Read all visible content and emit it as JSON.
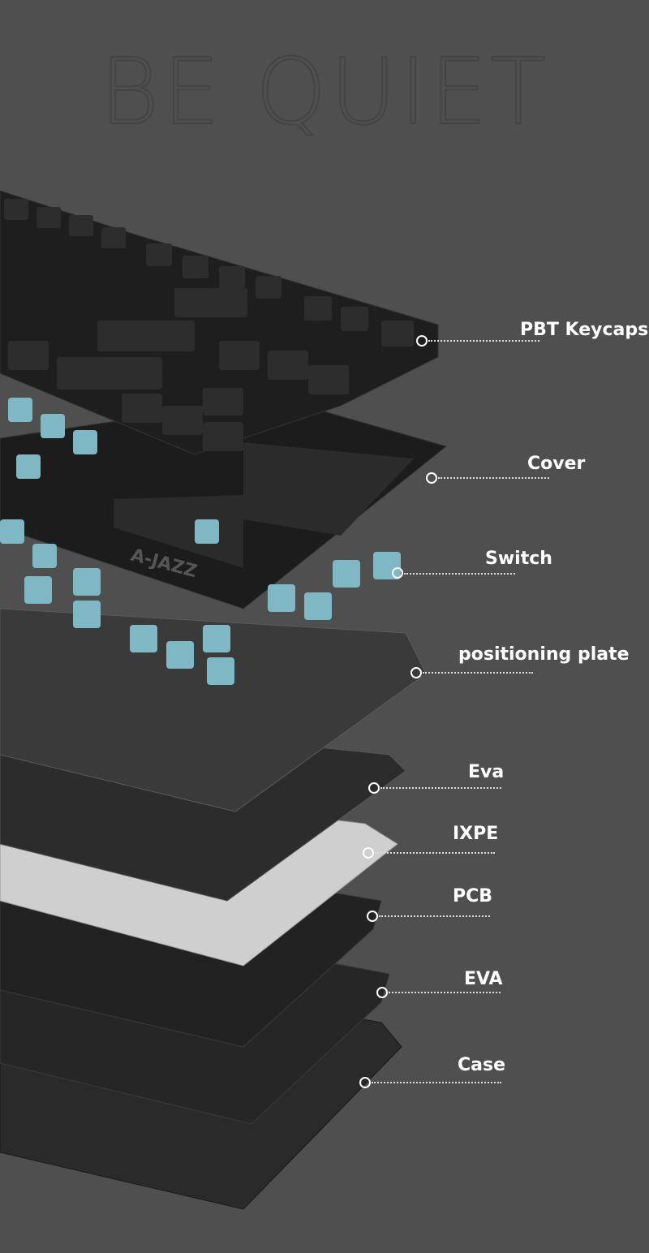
{
  "title": "BE QUIET",
  "brand_logo": "A-JAZZ",
  "colors": {
    "background": "#4f4f4f",
    "label": "#ffffff",
    "switch_housing": "#7fb8c4",
    "switch_stem": "#9fb4e8"
  },
  "layers": [
    {
      "label": "PBT Keycaps"
    },
    {
      "label": "Cover"
    },
    {
      "label": "Switch"
    },
    {
      "label": "positioning plate"
    },
    {
      "label": "Eva"
    },
    {
      "label": "IXPE"
    },
    {
      "label": "PCB"
    },
    {
      "label": "EVA"
    },
    {
      "label": "Case"
    }
  ]
}
